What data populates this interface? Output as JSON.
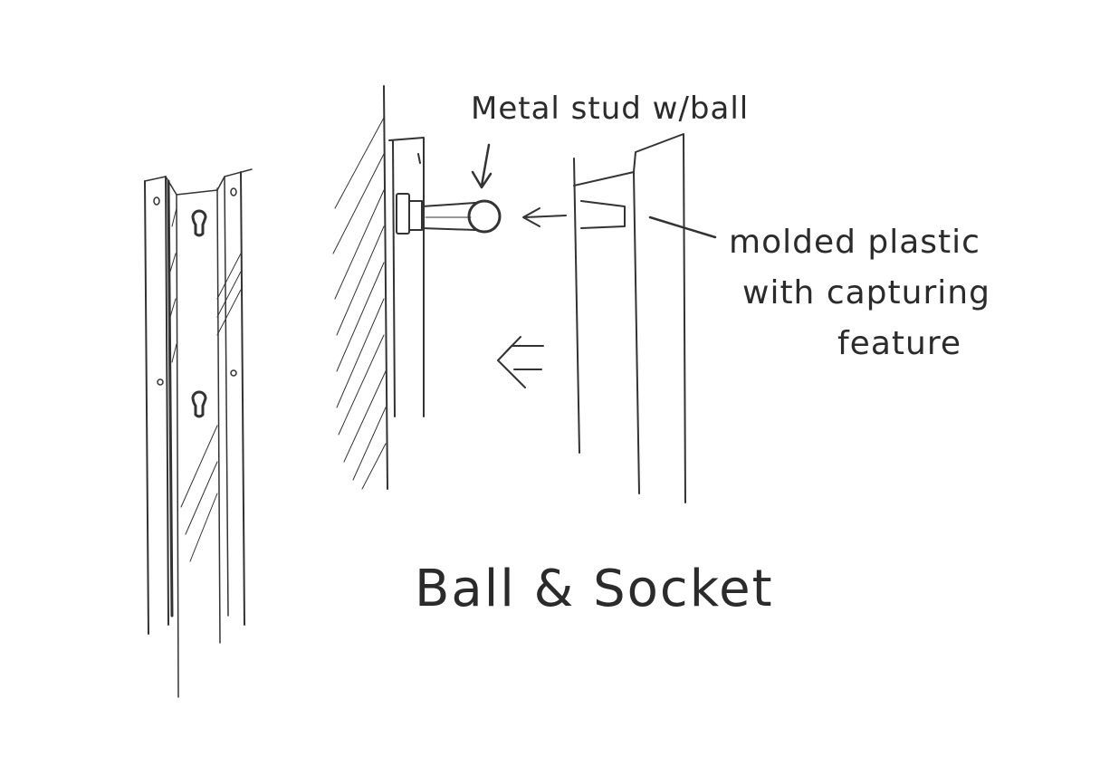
{
  "labels": {
    "stud": "Metal stud w/ball",
    "plastic_line1": "molded plastic",
    "plastic_line2": "with capturing",
    "plastic_line3": "feature",
    "title": "Ball & Socket"
  },
  "colors": {
    "ink": "#2b2b2b",
    "background": "#ffffff"
  }
}
